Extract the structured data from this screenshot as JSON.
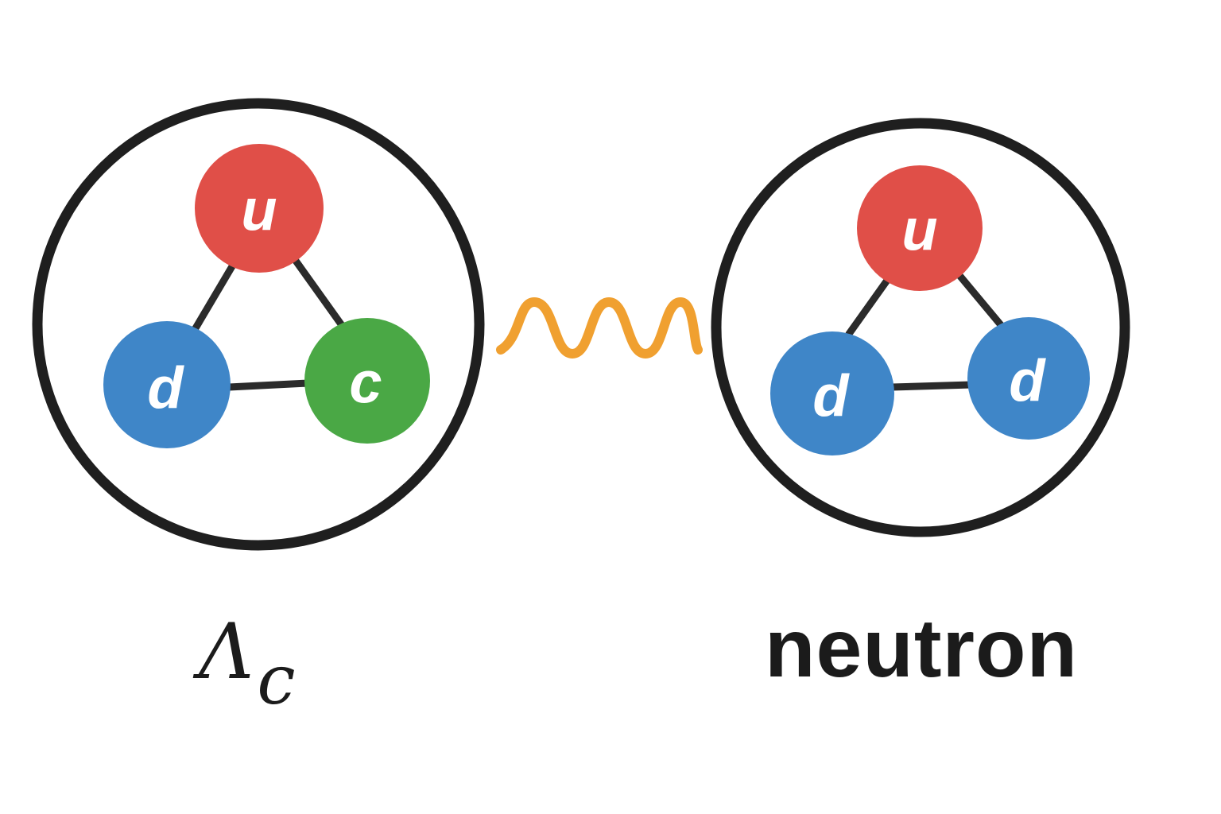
{
  "hadrons": [
    {
      "name": "lambda-c",
      "label_symbol": "Λ",
      "label_subscript": "c",
      "quarks": [
        {
          "flavor": "u",
          "color": "#e04f48"
        },
        {
          "flavor": "d",
          "color": "#3f86c8"
        },
        {
          "flavor": "c",
          "color": "#4aa845"
        }
      ]
    },
    {
      "name": "neutron",
      "label": "neutron",
      "quarks": [
        {
          "flavor": "u",
          "color": "#e04f48"
        },
        {
          "flavor": "d",
          "color": "#3f86c8"
        },
        {
          "flavor": "d",
          "color": "#3f86c8"
        }
      ]
    }
  ],
  "exchange": {
    "kind": "wavy-line",
    "color": "#f0a030"
  },
  "colors": {
    "ring": "#1f1f1f",
    "bond": "#2b2b2b",
    "quark_text": "#ffffff",
    "label_text": "#1b1b1b"
  }
}
